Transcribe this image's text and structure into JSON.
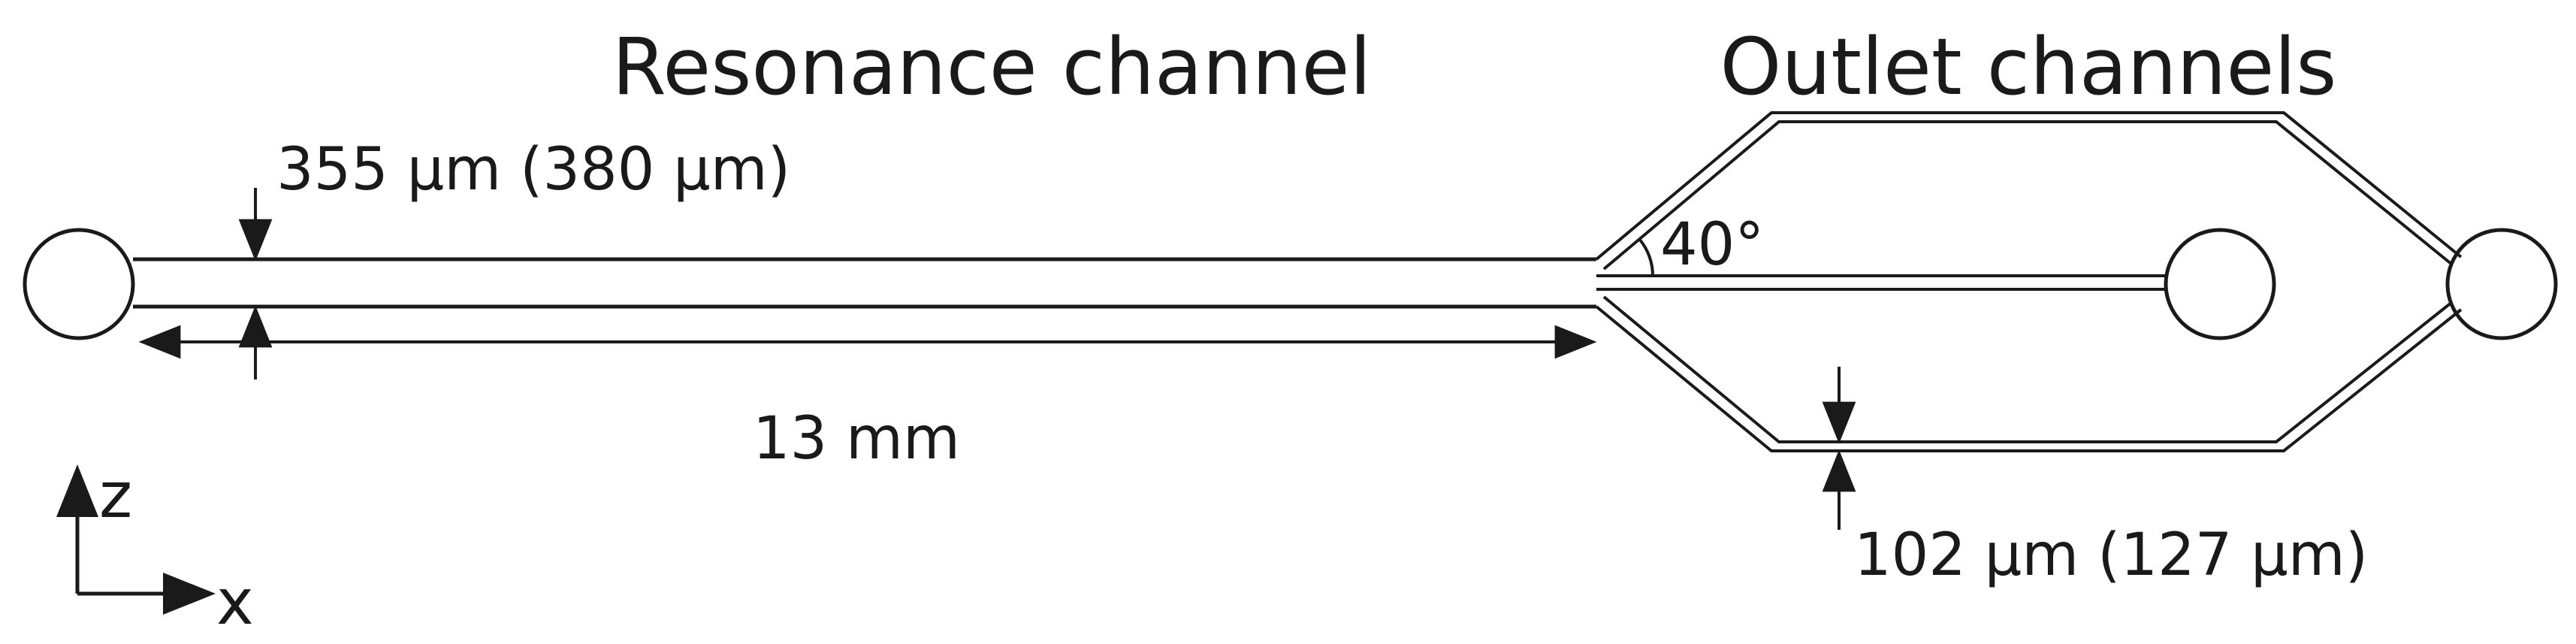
{
  "labels": {
    "resonance_title": "Resonance channel",
    "outlet_title": "Outlet channels",
    "resonance_width": "355 µm (380 µm)",
    "length": "13 mm",
    "angle": "40°",
    "outlet_width": "102 µm (127 µm)",
    "axis_z": "z",
    "axis_x": "x"
  },
  "colors": {
    "stroke": "#1a1a1a",
    "background": "#ffffff"
  }
}
